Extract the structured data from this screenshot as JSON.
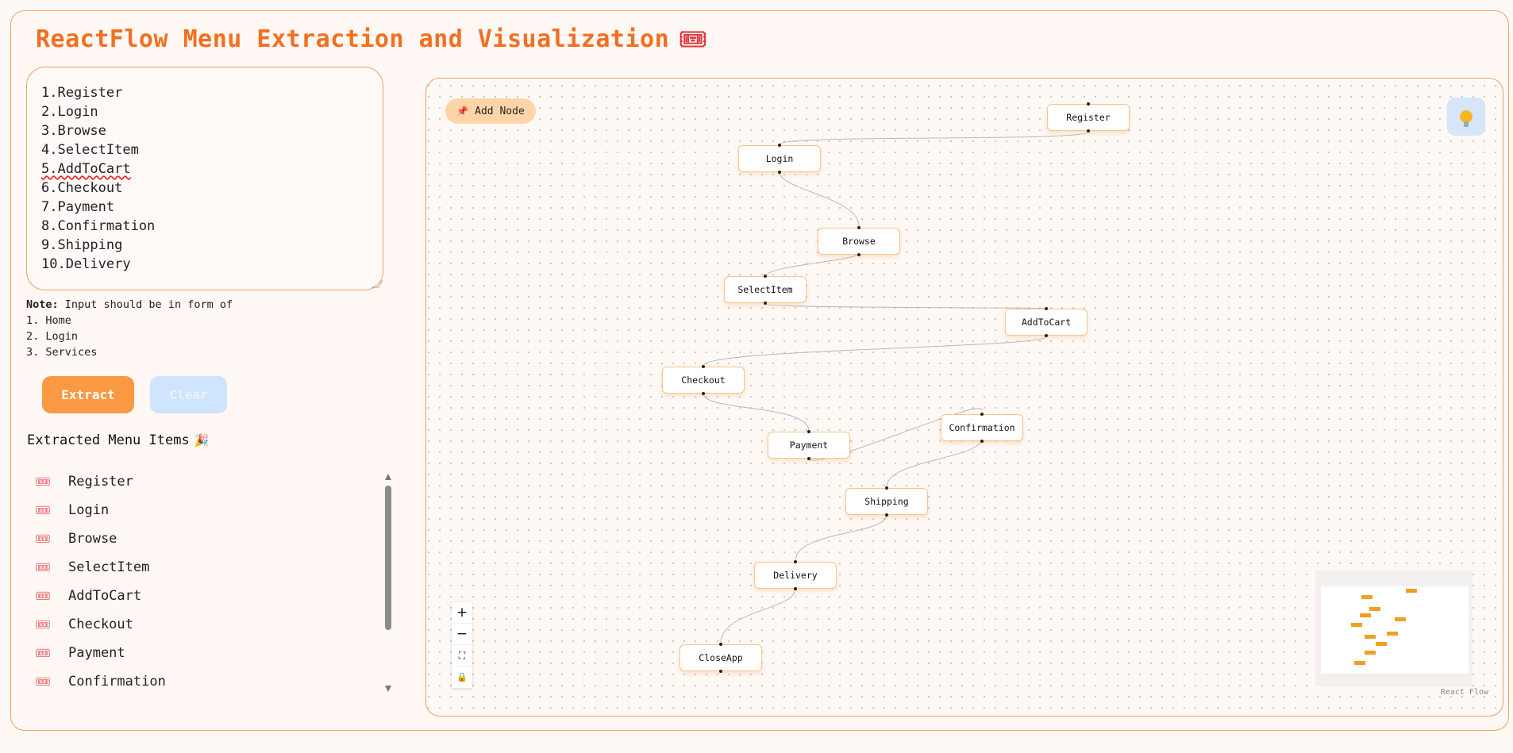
{
  "app": {
    "title": "ReactFlow Menu Extraction and Visualization",
    "title_emoji": "🎟"
  },
  "input": {
    "lines": [
      "1.Register",
      "2.Login",
      "3.Browse",
      "4.SelectItem",
      "5.AddToCart",
      "6.Checkout",
      "7.Payment",
      "8.Confirmation",
      "9.Shipping",
      "10.Delivery"
    ]
  },
  "note": {
    "label": "Note:",
    "text": " Input should be in form of",
    "examples": [
      "1. Home",
      "2. Login",
      "3. Services"
    ]
  },
  "buttons": {
    "extract": "Extract",
    "clear": "Clear"
  },
  "extracted": {
    "heading": "Extracted Menu Items",
    "heading_emoji": "🎉",
    "item_icon": "ticket-icon",
    "items": [
      "Register",
      "Login",
      "Browse",
      "SelectItem",
      "AddToCart",
      "Checkout",
      "Payment",
      "Confirmation"
    ]
  },
  "flow": {
    "add_node_label": "Add Node",
    "add_node_icon": "📌",
    "nodes": [
      "Register",
      "Login",
      "Browse",
      "SelectItem",
      "AddToCart",
      "Checkout",
      "Payment",
      "Confirmation",
      "Shipping",
      "Delivery",
      "CloseApp"
    ],
    "attribution": "React Flow",
    "controls": [
      "zoom-in",
      "zoom-out",
      "fit-view",
      "lock"
    ]
  },
  "colors": {
    "accent": "#f26f21",
    "extract_button": "#fb9843",
    "clear_button": "#cfe4fd",
    "node_border": "#f6c58e",
    "minimap_node": "#f0a020"
  }
}
